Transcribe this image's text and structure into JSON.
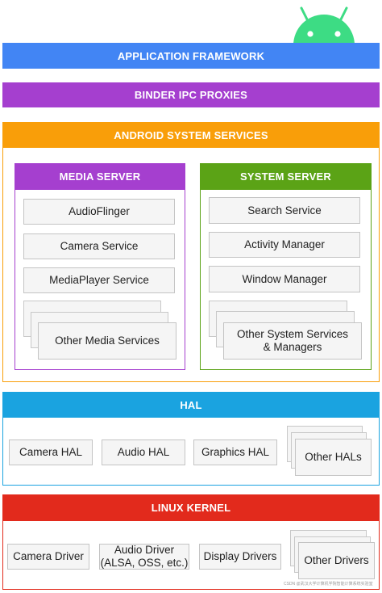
{
  "colors": {
    "blue": "#4285f4",
    "purple": "#a53fcf",
    "orange": "#f99e09",
    "green": "#5ba316",
    "cyan": "#1aa3e0",
    "red": "#e22a1c",
    "android_green": "#3ddc84"
  },
  "app_framework": {
    "label": "APPLICATION FRAMEWORK"
  },
  "binder": {
    "label": "BINDER IPC PROXIES"
  },
  "system_services": {
    "label": "ANDROID SYSTEM SERVICES",
    "media_server": {
      "label": "MEDIA SERVER",
      "items": [
        "AudioFlinger",
        "Camera Service",
        "MediaPlayer Service"
      ],
      "other": "Other Media Services"
    },
    "system_server": {
      "label": "SYSTEM SERVER",
      "items": [
        "Search Service",
        "Activity Manager",
        "Window Manager"
      ],
      "other_line1": "Other System Services",
      "other_line2": "& Managers"
    }
  },
  "hal": {
    "label": "HAL",
    "items": [
      "Camera HAL",
      "Audio HAL",
      "Graphics HAL"
    ],
    "other": "Other HALs"
  },
  "kernel": {
    "label": "LINUX KERNEL",
    "camera_driver": "Camera Driver",
    "audio_driver_line1": "Audio Driver",
    "audio_driver_line2": "(ALSA, OSS, etc.)",
    "display_drivers": "Display Drivers",
    "other": "Other Drivers"
  },
  "watermark": "CSDN @武汉大学计算机学院智能计算系统实验室"
}
